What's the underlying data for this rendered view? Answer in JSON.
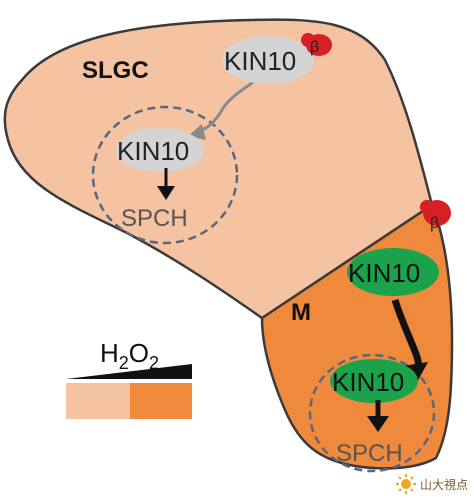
{
  "labels": {
    "slgc": "SLGC",
    "m": "M",
    "kin10_slgc_membrane": "KIN10",
    "kin10_slgc_nucleus": "KIN10",
    "spch_slgc": "SPCH",
    "kin10_m_membrane": "KIN10",
    "kin10_m_nucleus": "KIN10",
    "spch_m": "SPCH",
    "beta_top": "β",
    "beta_mid": "β",
    "h2o2_main": "H",
    "h2o2_sub1": "2",
    "h2o2_mid": "O",
    "h2o2_sub2": "2"
  },
  "watermark": {
    "text": "山大視点"
  },
  "colors": {
    "slgc_fill": "#f5c3a1",
    "m_fill": "#ef8a3c",
    "kin10_inactive": "#d4d4d4",
    "kin10_active": "#1aa34a",
    "beta_subunit": "#d61f26",
    "nucleus_border": "#5a6680",
    "outline": "#3a3a3a"
  }
}
